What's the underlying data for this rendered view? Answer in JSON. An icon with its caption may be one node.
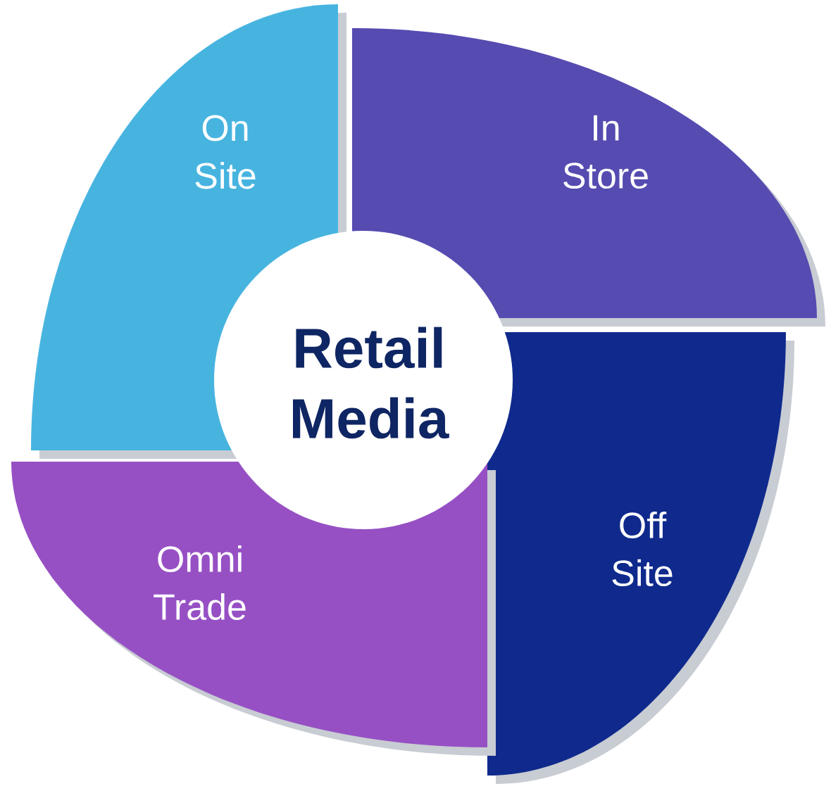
{
  "diagram": {
    "nodes": [
      {
        "text": [
          "Retail Media"
        ]
      },
      {
        "text": [
          "On Site"
        ]
      },
      {
        "text": [
          "In Store"
        ]
      },
      {
        "text": [
          "Off Site"
        ]
      },
      {
        "text": [
          "Omni Trade"
        ]
      }
    ]
  }
}
